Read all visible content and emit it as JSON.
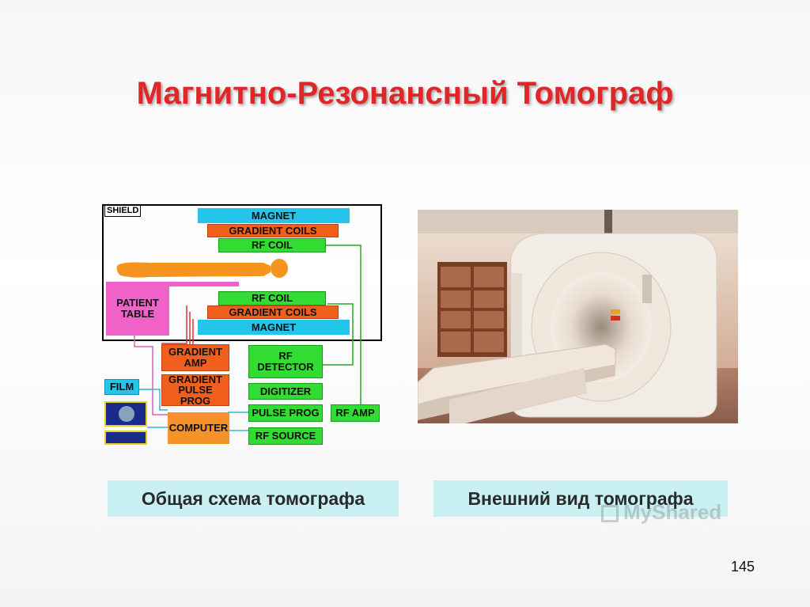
{
  "slide": {
    "title": "Магнитно-Резонансный Томограф",
    "page_number": "145"
  },
  "diagram": {
    "shield_label": "SHIELD",
    "magnet_top": "MAGNET",
    "gradient_coils_top": "GRADIENT COILS",
    "rf_coil_top": "RF COIL",
    "patient_table": "PATIENT TABLE",
    "rf_coil_bottom": "RF COIL",
    "gradient_coils_bottom": "GRADIENT COILS",
    "magnet_bottom": "MAGNET",
    "gradient_amp": "GRADIENT AMP",
    "gradient_pulse_prog": "GRADIENT PULSE PROG",
    "rf_detector": "RF DETECTOR",
    "digitizer": "DIGITIZER",
    "pulse_prog": "PULSE PROG",
    "rf_amp": "RF AMP",
    "rf_source": "RF SOURCE",
    "film": "FILM",
    "computer": "COMPUTER"
  },
  "captions": {
    "left": "Общая схема томографа",
    "right": "Внешний вид томографа"
  },
  "watermark": {
    "text": "MyShared"
  },
  "colors": {
    "title": "#e02626",
    "magnet": "#23c6ea",
    "gradient_coils": "#f0601c",
    "rf": "#32dc32",
    "patient_table": "#f062c8",
    "computer": "#f5922a",
    "caption_bg": "#c9f1f4"
  }
}
